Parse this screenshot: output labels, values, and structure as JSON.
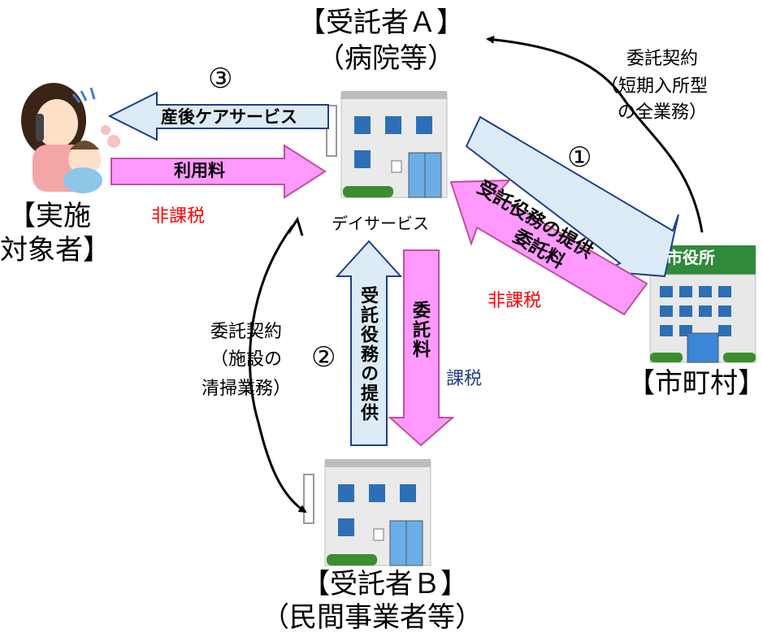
{
  "trustee_a": {
    "name": "【受託者Ａ】",
    "type": "（病院等）",
    "service_label": "デイサービス"
  },
  "trustee_b": {
    "name": "【受託者Ｂ】",
    "type": "（民間事業者等）"
  },
  "subject": {
    "line1": "【実施",
    "line2": "対象者】"
  },
  "city": {
    "name": "【市町村】",
    "sign": "市役所"
  },
  "contracts": {
    "city_to_a": {
      "line1": "委託契約",
      "line2": "（短期入所型",
      "line3": "の全業務）"
    },
    "a_to_b": {
      "line1": "委託契約",
      "line2": "（施設の",
      "line3": "清掃業務）"
    }
  },
  "flows": {
    "service_to_subject": "産後ケアサービス",
    "usage_fee": "利用料",
    "duty_a_to_city": "受託役務の提供",
    "fee_city_to_a": "委託料",
    "duty_b_to_a": "受託役務の提供",
    "fee_a_to_b": "委託料"
  },
  "tax": {
    "non_taxable": "非課税",
    "taxable": "課税"
  },
  "numbers": {
    "one": "①",
    "two": "②",
    "three": "③"
  },
  "colors": {
    "blue_arrow": "#dcebf6",
    "blue_arrow_stroke": "#1f3e8c",
    "pink_arrow": "#ff99ff",
    "pink_arrow_stroke": "#c0509a",
    "red_text": "#ff0000",
    "navy_text": "#1f3e8c"
  },
  "icons": {
    "building_a": "building-icon",
    "building_b": "building-icon",
    "mother": "mother-with-baby-icon",
    "city_hall": "city-hall-icon"
  }
}
